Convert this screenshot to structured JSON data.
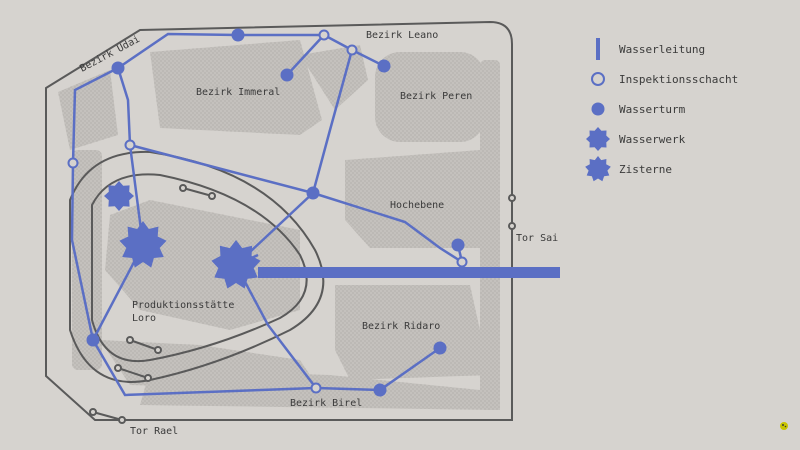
{
  "districts": {
    "udai": "Bezirk Udai",
    "leano": "Bezirk Leano",
    "immeral": "Bezirk Immeral",
    "peren": "Bezirk Peren",
    "hochebene": "Hochebene",
    "produktion": [
      "Produktionsstätte",
      "Loro"
    ],
    "ridaro": "Bezirk Ridaro",
    "birel": "Bezirk Birel"
  },
  "gates": {
    "sai": "Tor Sai",
    "rael": "Tor Rael"
  },
  "legend": {
    "items": [
      {
        "label": "Wasserleitung",
        "icon": "water-pipe-icon"
      },
      {
        "label": "Inspektionsschacht",
        "icon": "inspection-shaft-icon"
      },
      {
        "label": "Wasserturm",
        "icon": "water-tower-icon"
      },
      {
        "label": "Wasserwerk",
        "icon": "waterworks-icon"
      },
      {
        "label": "Zisterne",
        "icon": "cistern-icon"
      }
    ]
  },
  "colors": {
    "water": "#5b6fc4",
    "wall": "#5a5a5a",
    "district_fill": "#bdbab6",
    "background": "#d6d3cf"
  }
}
